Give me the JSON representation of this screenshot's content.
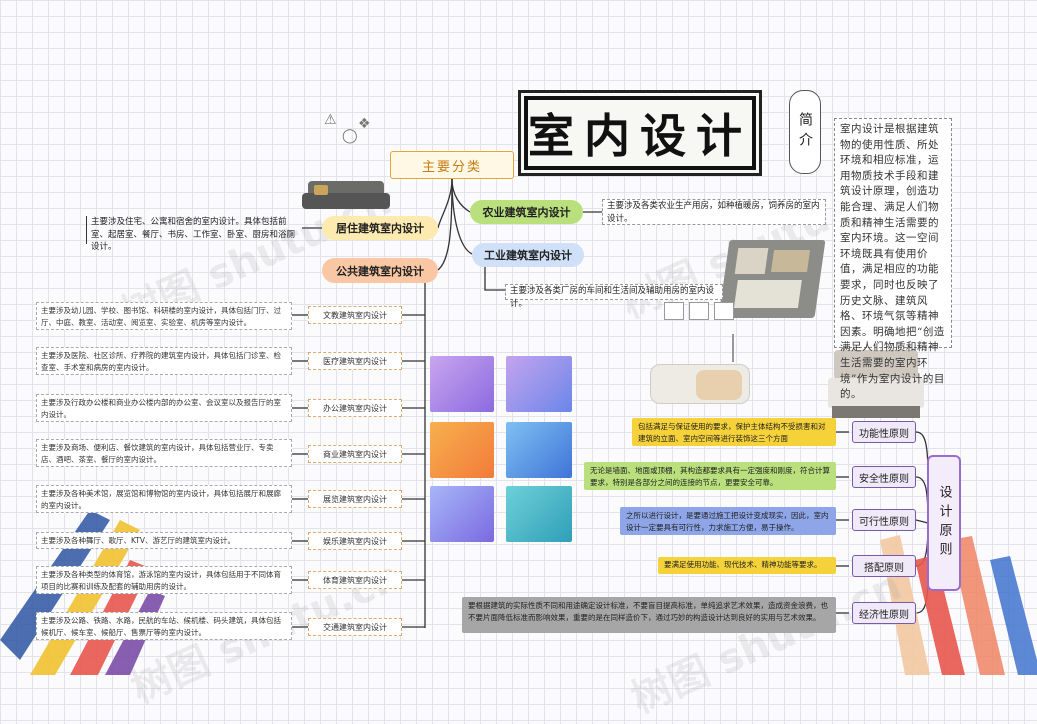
{
  "title": "室内设计",
  "intro": {
    "label": "简介",
    "text": "室内设计是根据建筑物的使用性质、所处环境和相应标准，运用物质技术手段和建筑设计原理，创造功能合理、满足人们物质和精神生活需要的室内环境。这一空间环境既具有使用价值，满足相应的功能要求，同时也反映了历史文脉、建筑风格、环境气氛等精神因素。明确地把“创造满足人们物质和精神生活需要的室内环境”作为室内设计的目的。"
  },
  "main": {
    "label": "主要分类",
    "residential": {
      "label": "居住建筑室内设计",
      "note": "主要涉及住宅、公寓和宿舍的室内设计。具体包括前室、起居室、餐厅、书房、工作室、卧室、厨房和浴厕设计。"
    },
    "agricultural": {
      "label": "农业建筑室内设计",
      "note": "主要涉及各类农业生产用房，如种植暖房，饲养房的室内设计。"
    },
    "industrial": {
      "label": "工业建筑室内设计",
      "note": "主要涉及各类厂房的车间和生活间及辅助用房的室内设计。"
    },
    "public": {
      "label": "公共建筑室内设计",
      "children": [
        {
          "label": "文教建筑室内设计",
          "note": "主要涉及幼儿园、学校、图书馆、科研楼的室内设计，具体包括门厅、过厅、中庭、教室、活动室、阅览室、实验室、机房等室内设计。"
        },
        {
          "label": "医疗建筑室内设计",
          "note": "主要涉及医院、社区诊所、疗养院的建筑室内设计，具体包括门诊室、检查室、手术室和病房的室内设计。"
        },
        {
          "label": "办公建筑室内设计",
          "note": "主要涉及行政办公楼和商业办公楼内部的办公室、会议室以及报告厅的室内设计。"
        },
        {
          "label": "商业建筑室内设计",
          "note": "主要涉及商场、便利店、餐饮建筑的室内设计，具体包括营业厅、专卖店、酒吧、茶室、餐厅的室内设计。"
        },
        {
          "label": "展览建筑室内设计",
          "note": "主要涉及各种美术馆，展览馆和博物馆的室内设计，具体包括展厅和展廊的室内设计。"
        },
        {
          "label": "娱乐建筑室内设计",
          "note": "主要涉及各种舞厅、歌厅、KTV、游艺厅的建筑室内设计。"
        },
        {
          "label": "体育建筑室内设计",
          "note": "主要涉及各种类型的体育馆，游泳馆的室内设计，具体包括用于不同体育项目的比赛和训练及配套的辅助用房的设计。"
        },
        {
          "label": "交通建筑室内设计",
          "note": "主要涉及公路、铁路、水路，民航的车站、候机楼、码头建筑，具体包括候机厅、候车室、候船厅、售票厅等的室内设计。"
        }
      ]
    }
  },
  "principles": {
    "label": "设计原则",
    "items": [
      {
        "label": "功能性原则",
        "note": "包括满足与保证使用的要求，保护主体结构不受损害和对建筑的立面、室内空间等进行装饰这三个方面",
        "color": "#f6d23a"
      },
      {
        "label": "安全性原则",
        "note": "无论是墙面、地面或顶棚，其构造都要求具有一定强度和刚度，符合计算要求，特别是各部分之间的连接的节点，更要安全可靠。",
        "color": "#b9e07d"
      },
      {
        "label": "可行性原则",
        "note": "之所以进行设计，是要通过施工把设计变成现实，因此，室内设计一定要具有可行性，力求施工方便，易于操作。",
        "color": "#8ea6e8"
      },
      {
        "label": "搭配原则",
        "note": "要满足使用功能、现代技术、精神功能等要求。",
        "color": "#f6d23a"
      },
      {
        "label": "经济性原则",
        "note": "要根据建筑的实际性质不同和用途确定设计标准，不要盲目提高标准，单纯追求艺术效果，造成资金浪费，也不要片面降低标准而影响效果，重要的是在同样造价下，通过巧妙的构造设计达到良好的实用与艺术效果。",
        "color": "#a6a6a6"
      }
    ]
  },
  "watermark": "树图 shutu.cn",
  "colors": {
    "residential": "#fdeab0",
    "agricultural": "#b9e07d",
    "industrial": "#cfe0f8",
    "public": "#f9c7a4",
    "line": "#333333"
  }
}
